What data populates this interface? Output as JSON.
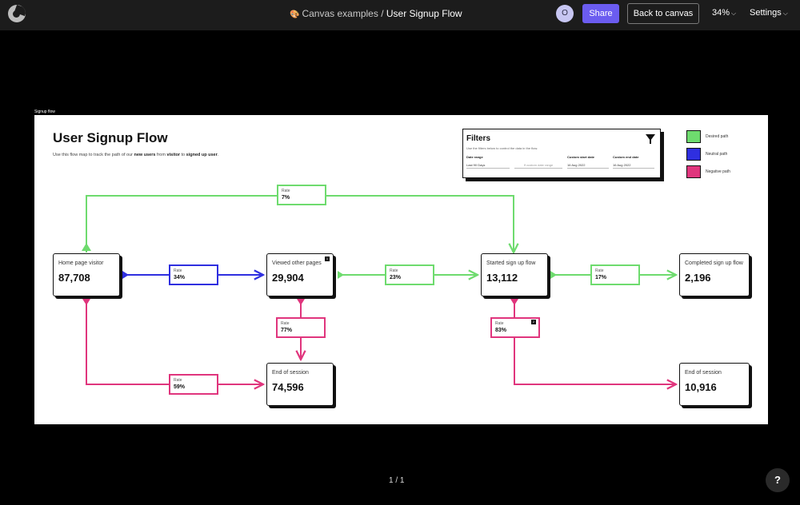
{
  "app": {
    "logo_icon": "app-logo-icon",
    "breadcrumb": {
      "folder_emoji": "🎨",
      "folder": "Canvas examples",
      "separator": "/",
      "current": "User Signup Flow"
    },
    "avatar_initial": "O",
    "share_label": "Share",
    "back_label": "Back to canvas",
    "zoom_label": "34%",
    "settings_label": "Settings",
    "pager": "1 / 1",
    "help_label": "?"
  },
  "frame": {
    "label": "Signup flow",
    "title": "User Signup Flow",
    "subtitle": {
      "p1": "Use this flow map to track the path of our ",
      "b1": "new users",
      "p2": " from ",
      "b2": "visitor",
      "p3": " to ",
      "b3": "signed up user",
      "p4": "."
    }
  },
  "filters": {
    "title": "Filters",
    "description": "Use the filters below to control the data in the flow.",
    "date_range_label": "Date range",
    "date_range_value": "Last 90 Days",
    "custom_range_hint": "If custom date range",
    "custom_start_label": "Custom start date",
    "custom_start_value": "16 Aug 2022",
    "custom_end_label": "Custom end date",
    "custom_end_value": "16 Aug 2022"
  },
  "legend": [
    {
      "label": "Desired path",
      "color": "#6edb6e"
    },
    {
      "label": "Neutral path",
      "color": "#2f2fe0"
    },
    {
      "label": "Negative path",
      "color": "#e0357d"
    }
  ],
  "colors": {
    "desired": "#6edb6e",
    "neutral": "#2f2fe0",
    "negative": "#e0357d"
  },
  "nodes": {
    "home": {
      "label": "Home page visitor",
      "value": "87,708"
    },
    "viewed": {
      "label": "Viewed other pages",
      "value": "29,904",
      "badge": "1"
    },
    "started": {
      "label": "Started sign up flow",
      "value": "13,112"
    },
    "completed": {
      "label": "Completed sign up flow",
      "value": "2,196"
    },
    "end1": {
      "label": "End of session",
      "value": "74,596"
    },
    "end2": {
      "label": "End of session",
      "value": "10,916"
    }
  },
  "rates": {
    "top": {
      "label": "Rate",
      "value": "7%"
    },
    "home_viewed": {
      "label": "Rate",
      "value": "34%"
    },
    "viewed_started": {
      "label": "Rate",
      "value": "23%"
    },
    "started_completed": {
      "label": "Rate",
      "value": "17%"
    },
    "viewed_end": {
      "label": "Rate",
      "value": "77%"
    },
    "started_end": {
      "label": "Rate",
      "value": "83%",
      "badge": "2"
    },
    "home_end": {
      "label": "Rate",
      "value": "59%"
    }
  }
}
